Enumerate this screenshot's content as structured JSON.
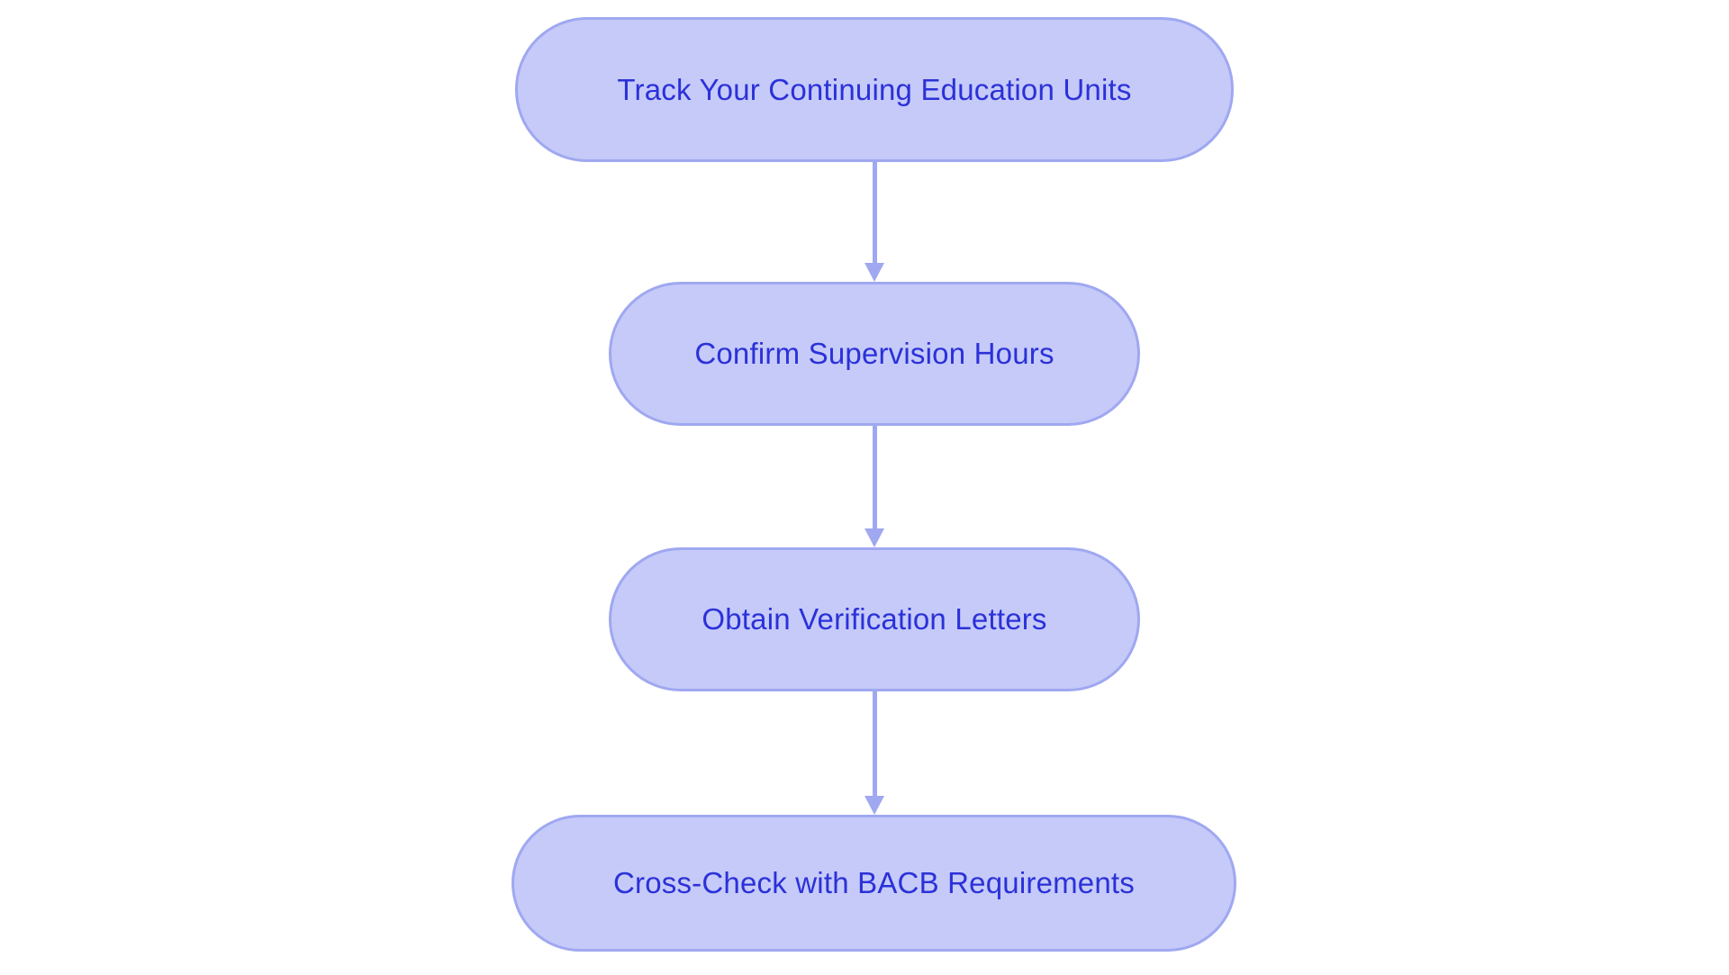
{
  "diagram": {
    "type": "flowchart",
    "orientation": "top-to-bottom",
    "title": "",
    "background_color": "#ffffff",
    "node_fill_color": "#c5caf9",
    "node_border_color": "#9fa8f0",
    "node_text_color": "#2b31d8",
    "connector_color": "#9fa8f0",
    "nodes": [
      {
        "id": "node-1",
        "label": "Track Your Continuing Education Units",
        "shape": "rounded-rectangle",
        "order": 1
      },
      {
        "id": "node-2",
        "label": "Confirm Supervision Hours",
        "shape": "rounded-rectangle",
        "order": 2
      },
      {
        "id": "node-3",
        "label": "Obtain Verification Letters",
        "shape": "rounded-rectangle",
        "order": 3
      },
      {
        "id": "node-4",
        "label": "Cross-Check with BACB Requirements",
        "shape": "rounded-rectangle",
        "order": 4
      }
    ],
    "connectors": [
      {
        "id": "connector-1",
        "from": "node-1",
        "to": "node-2",
        "arrow": "down-arrow"
      },
      {
        "id": "connector-2",
        "from": "node-2",
        "to": "node-3",
        "arrow": "down-arrow"
      },
      {
        "id": "connector-3",
        "from": "node-3",
        "to": "node-4",
        "arrow": "down-arrow"
      }
    ]
  }
}
